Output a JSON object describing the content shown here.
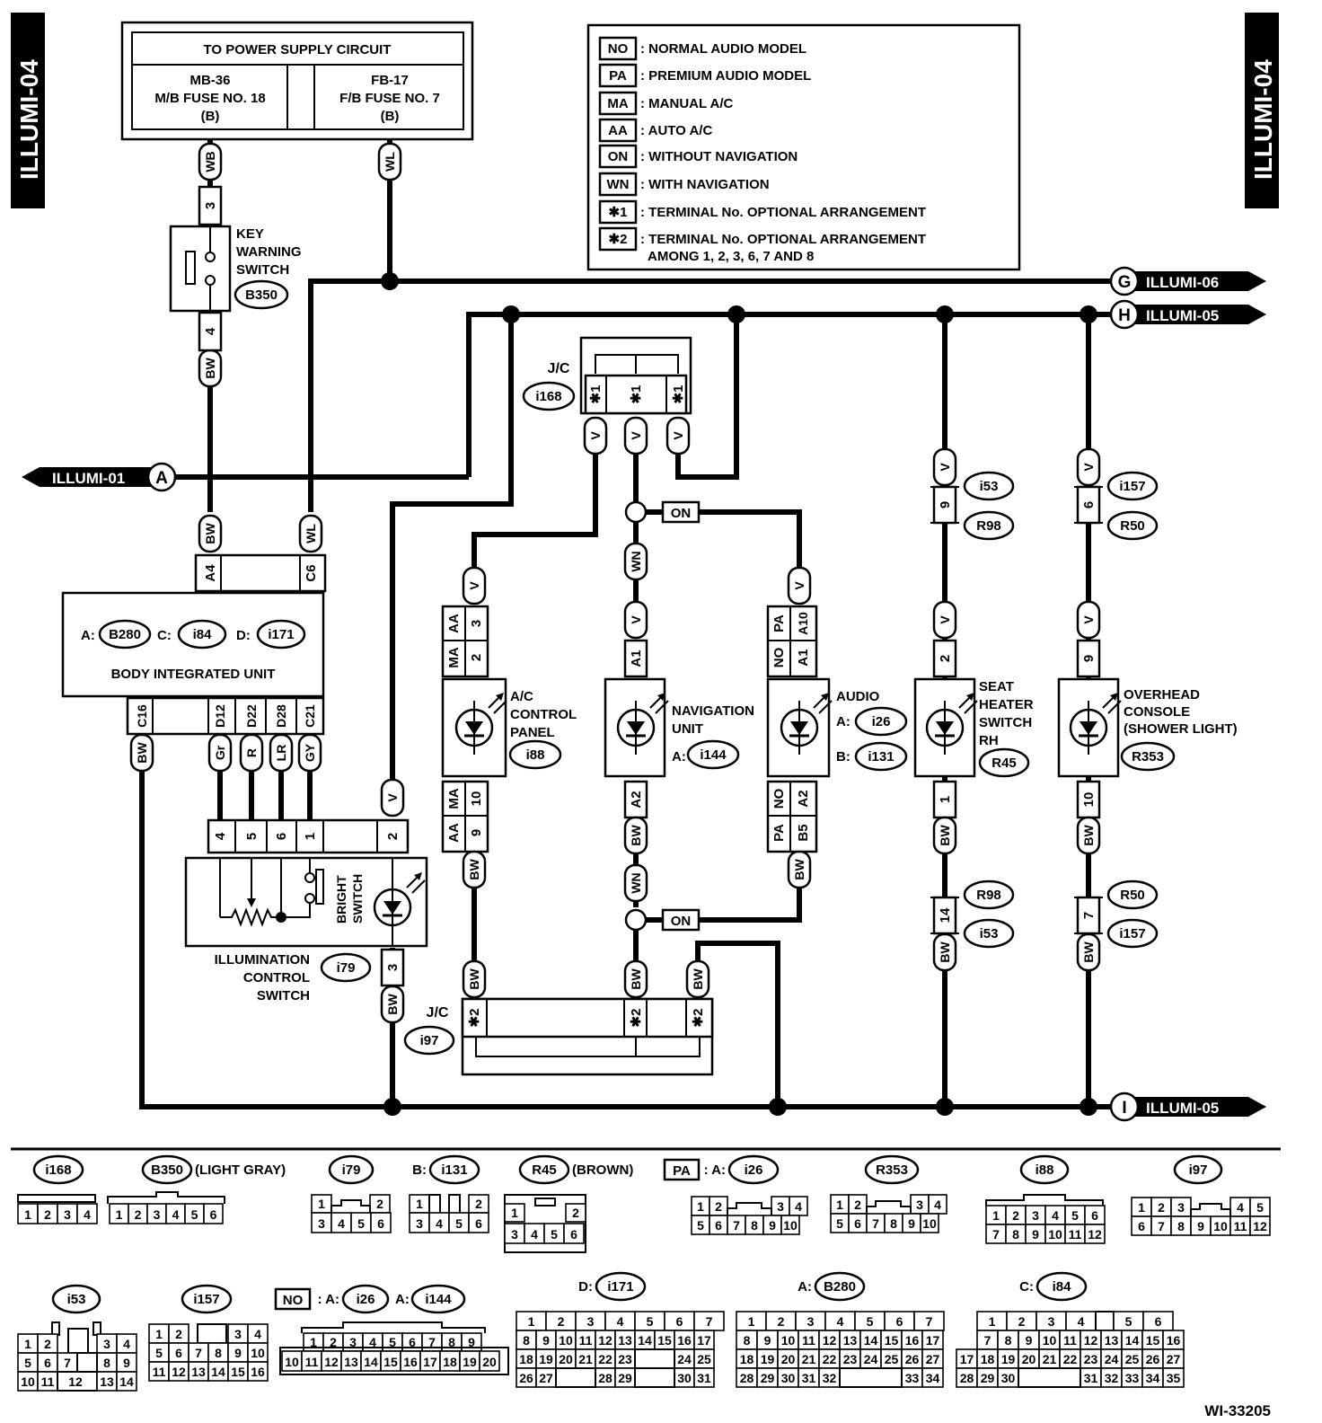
{
  "side_tab": "ILLUMI-04",
  "figure_code": "WI-33205",
  "power": {
    "title": "TO POWER SUPPLY CIRCUIT",
    "left": [
      "MB-36",
      "M/B FUSE NO. 18",
      "(B)"
    ],
    "right": [
      "FB-17",
      "F/B FUSE NO. 7",
      "(B)"
    ]
  },
  "legend": [
    {
      "code": "NO",
      "text": ": NORMAL AUDIO MODEL"
    },
    {
      "code": "PA",
      "text": ": PREMIUM AUDIO MODEL"
    },
    {
      "code": "MA",
      "text": ": MANUAL A/C"
    },
    {
      "code": "AA",
      "text": ": AUTO A/C"
    },
    {
      "code": "ON",
      "text": ": WITHOUT NAVIGATION"
    },
    {
      "code": "WN",
      "text": ": WITH NAVIGATION"
    },
    {
      "code": "✱1",
      "text": ": TERMINAL No. OPTIONAL ARRANGEMENT"
    },
    {
      "code": "✱2",
      "text": ": TERMINAL No. OPTIONAL ARRANGEMENT"
    }
  ],
  "legend_extra": "AMONG 1, 2, 3, 6, 7 AND 8",
  "refs": {
    "G": "ILLUMI-06",
    "H": "ILLUMI-05",
    "I": "ILLUMI-05",
    "A": "ILLUMI-01",
    "G_letter": "G",
    "H_letter": "H",
    "I_letter": "I",
    "A_letter": "A"
  },
  "key_warning": {
    "lines": [
      "KEY",
      "WARNING",
      "SWITCH"
    ],
    "conn": "B350"
  },
  "biu": {
    "label": "BODY INTEGRATED UNIT",
    "a": "A:",
    "a_conn": "B280",
    "c": "C:",
    "c_conn": "i84",
    "d": "D:",
    "d_conn": "i171"
  },
  "jc_top": {
    "label": "J/C",
    "conn": "i168"
  },
  "jc_bottom": {
    "label": "J/C",
    "conn": "i97"
  },
  "ac": {
    "lines": [
      "A/C",
      "CONTROL",
      "PANEL"
    ],
    "conn": "i88"
  },
  "nav": {
    "lines": [
      "NAVIGATION",
      "UNIT"
    ],
    "a": "A:",
    "conn": "i144"
  },
  "audio": {
    "label": "AUDIO",
    "a": "A:",
    "a_conn": "i26",
    "b": "B:",
    "b_conn": "i131"
  },
  "seat": {
    "lines": [
      "SEAT",
      "HEATER",
      "SWITCH",
      "RH"
    ],
    "conn": "R45"
  },
  "overhead": {
    "lines": [
      "OVERHEAD",
      "CONSOLE",
      "(SHOWER LIGHT)"
    ],
    "conn": "R353"
  },
  "illum": {
    "lines": [
      "ILLUMINATION",
      "CONTROL",
      "SWITCH"
    ],
    "conn": "i79",
    "bright": [
      "BRIGHT",
      "SWITCH"
    ]
  },
  "inline": {
    "i53": "i53",
    "R98": "R98",
    "i157": "i157",
    "R50": "R50"
  },
  "wires": {
    "WB": "WB",
    "WL": "WL",
    "BW": "BW",
    "V": "V",
    "WN": "WN",
    "Gr": "Gr",
    "R": "R",
    "LR": "LR",
    "GY": "GY"
  },
  "on_label": "ON",
  "pins": {
    "p3": "3",
    "p4": "4",
    "p9": "9",
    "p6": "6",
    "p2": "2",
    "p1": "1",
    "p10": "10",
    "p14": "14",
    "p7": "7",
    "p5": "5",
    "A4": "A4",
    "C6": "C6",
    "C16": "C16",
    "D12": "D12",
    "D22": "D22",
    "D28": "D28",
    "C21": "C21",
    "A1": "A1",
    "A2": "A2",
    "A10": "A10",
    "B5": "B5",
    "star1": "✱1",
    "star2": "✱2",
    "AA": "AA",
    "MA": "MA",
    "NO": "NO",
    "PA": "PA"
  },
  "connectors": {
    "c_i168": "i168",
    "c_B350": "B350",
    "c_B350_note": "(LIGHT GRAY)",
    "c_i79": "i79",
    "c_i131_pre": "B:",
    "c_i131": "i131",
    "c_R45": "R45",
    "c_R45_note": "(BROWN)",
    "c_i26_tag": "PA",
    "c_i26_pre": ": A:",
    "c_i26": "i26",
    "c_R353": "R353",
    "c_i88": "i88",
    "c_i97": "i97",
    "c_i53": "i53",
    "c_i157": "i157",
    "c_no_tag": "NO",
    "c_no_pre": ": A:",
    "c_no_i26": "i26",
    "c_no_mid": "A:",
    "c_no_i144": "i144",
    "c_i171_pre": "D:",
    "c_i171": "i171",
    "c_B280_pre": "A:",
    "c_B280": "B280",
    "c_i84_pre": "C:",
    "c_i84": "i84"
  }
}
